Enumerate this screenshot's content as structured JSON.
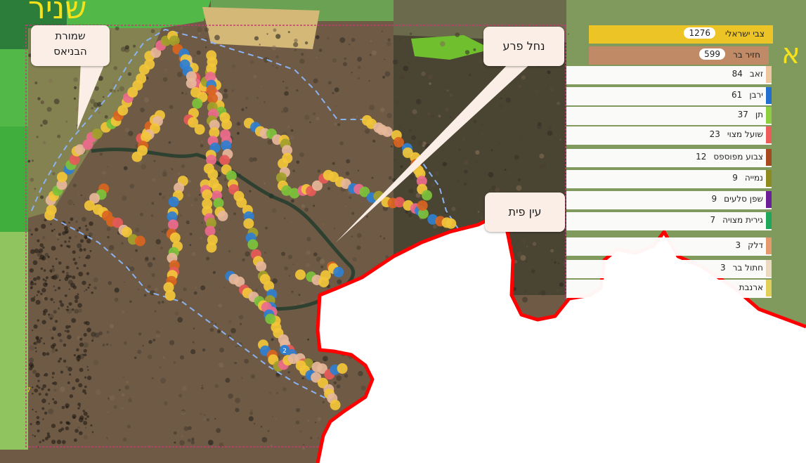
{
  "map": {
    "corner_top_left": "שניר",
    "corner_right": "א",
    "small_marker_number": "2",
    "edge_number": "7",
    "colors": {
      "yellow": "#f2c53a",
      "peach": "#e7b79a",
      "blue": "#2f7fd0",
      "orange": "#d9651f",
      "green": "#7cc23b",
      "red": "#e65a59",
      "pink": "#ec6b8c",
      "olive": "#a3a12a",
      "boundary_red": "#ff0000",
      "frame_pink": "#c43a73",
      "route_blue": "#8ab2f0"
    }
  },
  "callouts": {
    "banias": {
      "line1": "שמורת",
      "line2": "הבניאס"
    },
    "nahal_pera": {
      "label": "נחל פרע"
    },
    "ein_pit": {
      "label": "עין פית"
    }
  },
  "legend": {
    "items": [
      {
        "label": "צבי ישראלי",
        "count": "1276",
        "color": "#ecc425"
      },
      {
        "label": "חזיר בר",
        "count": "599",
        "color": "#c08a66"
      },
      {
        "label": "זאב",
        "count": "84",
        "color": "#f2c8a2"
      },
      {
        "label": "ירבן",
        "count": "61",
        "color": "#1e6fd6"
      },
      {
        "label": "תן",
        "count": "37",
        "color": "#8ed13d"
      },
      {
        "label": "שועל מצוי",
        "count": "23",
        "color": "#f05a5a"
      },
      {
        "label": "צבוע מפוספס",
        "count": "12",
        "color": "#a8461c"
      },
      {
        "label": "נמייה",
        "count": "9",
        "color": "#8f8a1e"
      },
      {
        "label": "שפן סלעים",
        "count": "9",
        "color": "#6a1b9a"
      },
      {
        "label": "גירית מצויה",
        "count": "7",
        "color": "#18a85a"
      },
      {
        "label": "דלק",
        "count": "3",
        "color": "#e99b6d"
      },
      {
        "label": "חתול בר",
        "count": "3",
        "color": "#f0dcc6"
      },
      {
        "label": "ארנבת",
        "count": "",
        "color": "#e6d25a"
      }
    ]
  }
}
